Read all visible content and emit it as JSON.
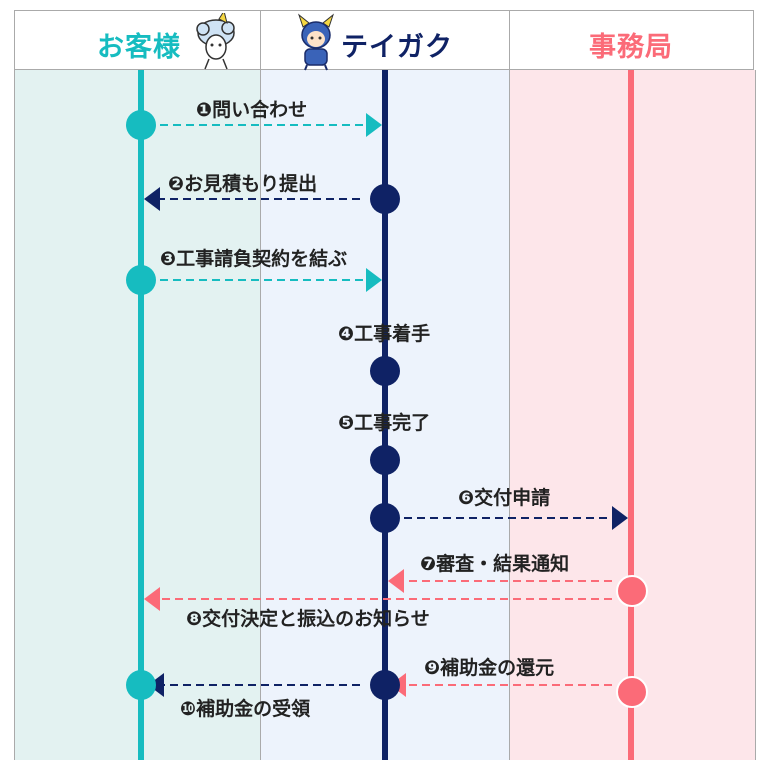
{
  "lanes": {
    "customer": {
      "label": "お客様",
      "color": "#16bcc0"
    },
    "teigaku": {
      "label": "テイガク",
      "color": "#0f2265"
    },
    "office": {
      "label": "事務局",
      "color": "#fb6b78"
    }
  },
  "steps": [
    {
      "num": "❶",
      "text": "問い合わせ"
    },
    {
      "num": "❷",
      "text": "お見積もり提出"
    },
    {
      "num": "❸",
      "text": "工事請負契約を結ぶ"
    },
    {
      "num": "❹",
      "text": "工事着手"
    },
    {
      "num": "❺",
      "text": "工事完了"
    },
    {
      "num": "❻",
      "text": "交付申請"
    },
    {
      "num": "❼",
      "text": "審査・結果通知"
    },
    {
      "num": "❽",
      "text": "交付決定と振込のお知らせ"
    },
    {
      "num": "❾",
      "text": "補助金の還元"
    },
    {
      "num": "❿",
      "text": "補助金の受領"
    }
  ],
  "icons": {
    "customer_mascot": "cloud-mascot-icon",
    "teigaku_mascot": "horned-mascot-icon"
  }
}
